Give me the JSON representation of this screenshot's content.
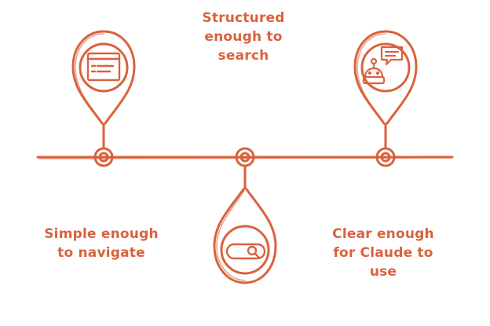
{
  "diagram": {
    "accent_color": "#d9623d",
    "milestones": [
      {
        "label": "Simple enough\nto navigate",
        "icon": "browser-window-icon",
        "pin_direction": "up"
      },
      {
        "label": "Structured\nenough to\nsearch",
        "icon": "search-toggle-icon",
        "pin_direction": "down"
      },
      {
        "label": "Clear enough\nfor Claude to\nuse",
        "icon": "robot-chat-icon",
        "pin_direction": "up"
      }
    ]
  }
}
